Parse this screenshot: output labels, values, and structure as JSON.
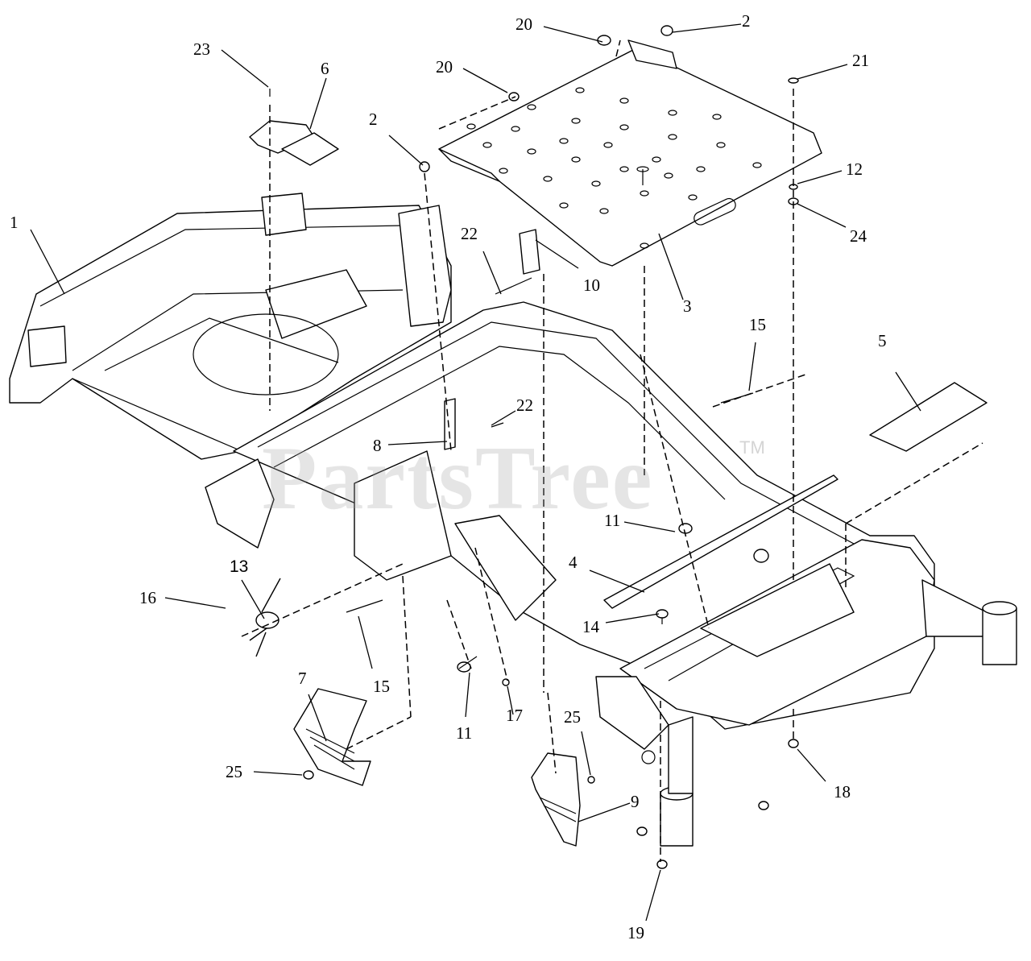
{
  "watermark": {
    "text": "PartsTree",
    "tm": "TM"
  },
  "callouts": [
    {
      "id": "c1",
      "text": "1"
    },
    {
      "id": "c2a",
      "text": "2"
    },
    {
      "id": "c2b",
      "text": "2"
    },
    {
      "id": "c3",
      "text": "3"
    },
    {
      "id": "c4",
      "text": "4"
    },
    {
      "id": "c5",
      "text": "5"
    },
    {
      "id": "c6",
      "text": "6"
    },
    {
      "id": "c7",
      "text": "7"
    },
    {
      "id": "c8",
      "text": "8"
    },
    {
      "id": "c9",
      "text": "9"
    },
    {
      "id": "c10",
      "text": "10"
    },
    {
      "id": "c11a",
      "text": "11"
    },
    {
      "id": "c11b",
      "text": "11"
    },
    {
      "id": "c12",
      "text": "12"
    },
    {
      "id": "c13",
      "text": "13"
    },
    {
      "id": "c14",
      "text": "14"
    },
    {
      "id": "c15a",
      "text": "15"
    },
    {
      "id": "c15b",
      "text": "15"
    },
    {
      "id": "c16",
      "text": "16"
    },
    {
      "id": "c17",
      "text": "17"
    },
    {
      "id": "c18",
      "text": "18"
    },
    {
      "id": "c19",
      "text": "19"
    },
    {
      "id": "c20a",
      "text": "20"
    },
    {
      "id": "c20b",
      "text": "20"
    },
    {
      "id": "c21",
      "text": "21"
    },
    {
      "id": "c22a",
      "text": "22"
    },
    {
      "id": "c22b",
      "text": "22"
    },
    {
      "id": "c23",
      "text": "23"
    },
    {
      "id": "c24",
      "text": "24"
    },
    {
      "id": "c25a",
      "text": "25"
    },
    {
      "id": "c25b",
      "text": "25"
    }
  ]
}
